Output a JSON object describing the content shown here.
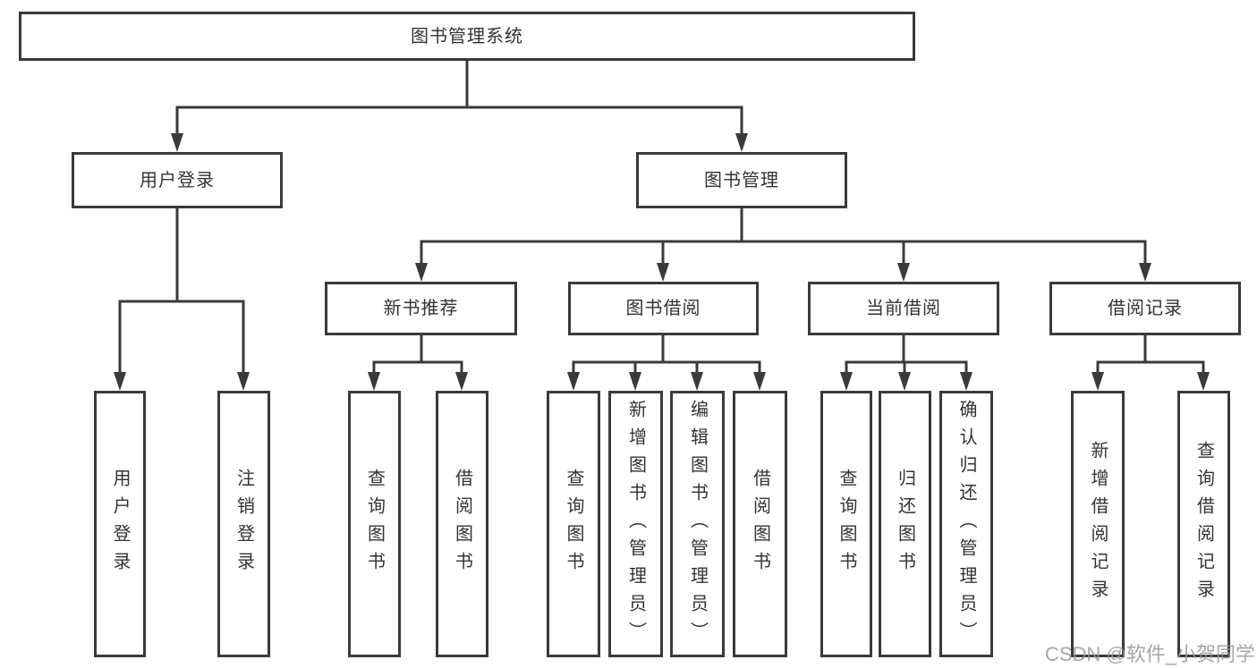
{
  "diagram": {
    "root_label": "图书管理系统",
    "user_login": {
      "label": "用户登录",
      "children": [
        "用户登录",
        "注销登录"
      ]
    },
    "book_mgmt": {
      "label": "图书管理"
    },
    "new_book_rec": {
      "label": "新书推荐",
      "children": [
        "查询图书",
        "借阅图书"
      ]
    },
    "book_borrow": {
      "label": "图书借阅",
      "children": [
        "查询图书",
        "新增图书（管理员）",
        "编辑图书（管理员）",
        "借阅图书"
      ]
    },
    "current_borrow": {
      "label": "当前借阅",
      "children": [
        "查询图书",
        "归还图书",
        "确认归还（管理员）"
      ]
    },
    "borrow_records": {
      "label": "借阅记录",
      "children": [
        "新增借阅记录",
        "查询借阅记录"
      ]
    }
  },
  "watermark": {
    "text": "CSDN @软件_小贺同学"
  },
  "colors": {
    "line": "#3a3a3a",
    "text": "#333333",
    "background": "#ffffff",
    "watermark": "#94989e"
  }
}
